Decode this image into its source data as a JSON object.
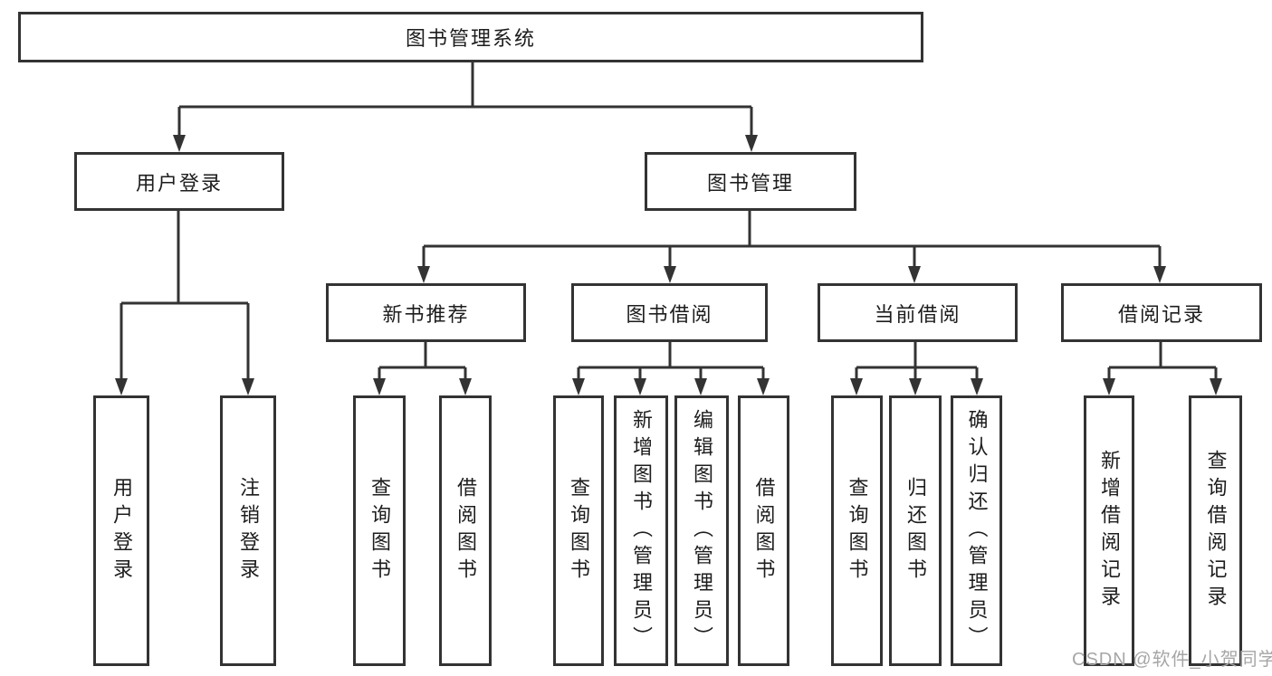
{
  "tree": {
    "label": "图书管理系统",
    "children": [
      {
        "label": "用户登录",
        "children": [
          {
            "label": "用户登录"
          },
          {
            "label": "注销登录"
          }
        ]
      },
      {
        "label": "图书管理",
        "children": [
          {
            "label": "新书推荐",
            "children": [
              {
                "label": "查询图书"
              },
              {
                "label": "借阅图书"
              }
            ]
          },
          {
            "label": "图书借阅",
            "children": [
              {
                "label": "查询图书"
              },
              {
                "label": "新增图书（管理员）"
              },
              {
                "label": "编辑图书（管理员）"
              },
              {
                "label": "借阅图书"
              }
            ]
          },
          {
            "label": "当前借阅",
            "children": [
              {
                "label": "查询图书"
              },
              {
                "label": "归还图书"
              },
              {
                "label": "确认归还（管理员）"
              }
            ]
          },
          {
            "label": "借阅记录",
            "children": [
              {
                "label": "新增借阅记录"
              },
              {
                "label": "查询借阅记录"
              }
            ]
          }
        ]
      }
    ]
  },
  "watermark": {
    "text": "CSDN @软件_小贺同学"
  },
  "colors": {
    "line": "#333333",
    "box_border": "#333333",
    "box_fill": "#ffffff",
    "text": "#1d1d1d",
    "watermark": "#a6a6a6",
    "background": "#ffffff"
  }
}
